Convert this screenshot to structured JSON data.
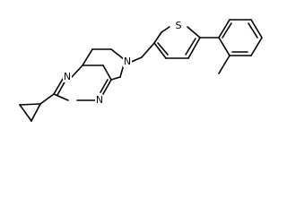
{
  "atoms": {
    "n1": "N",
    "n3": "N",
    "n6": "N",
    "s1": "S"
  }
}
